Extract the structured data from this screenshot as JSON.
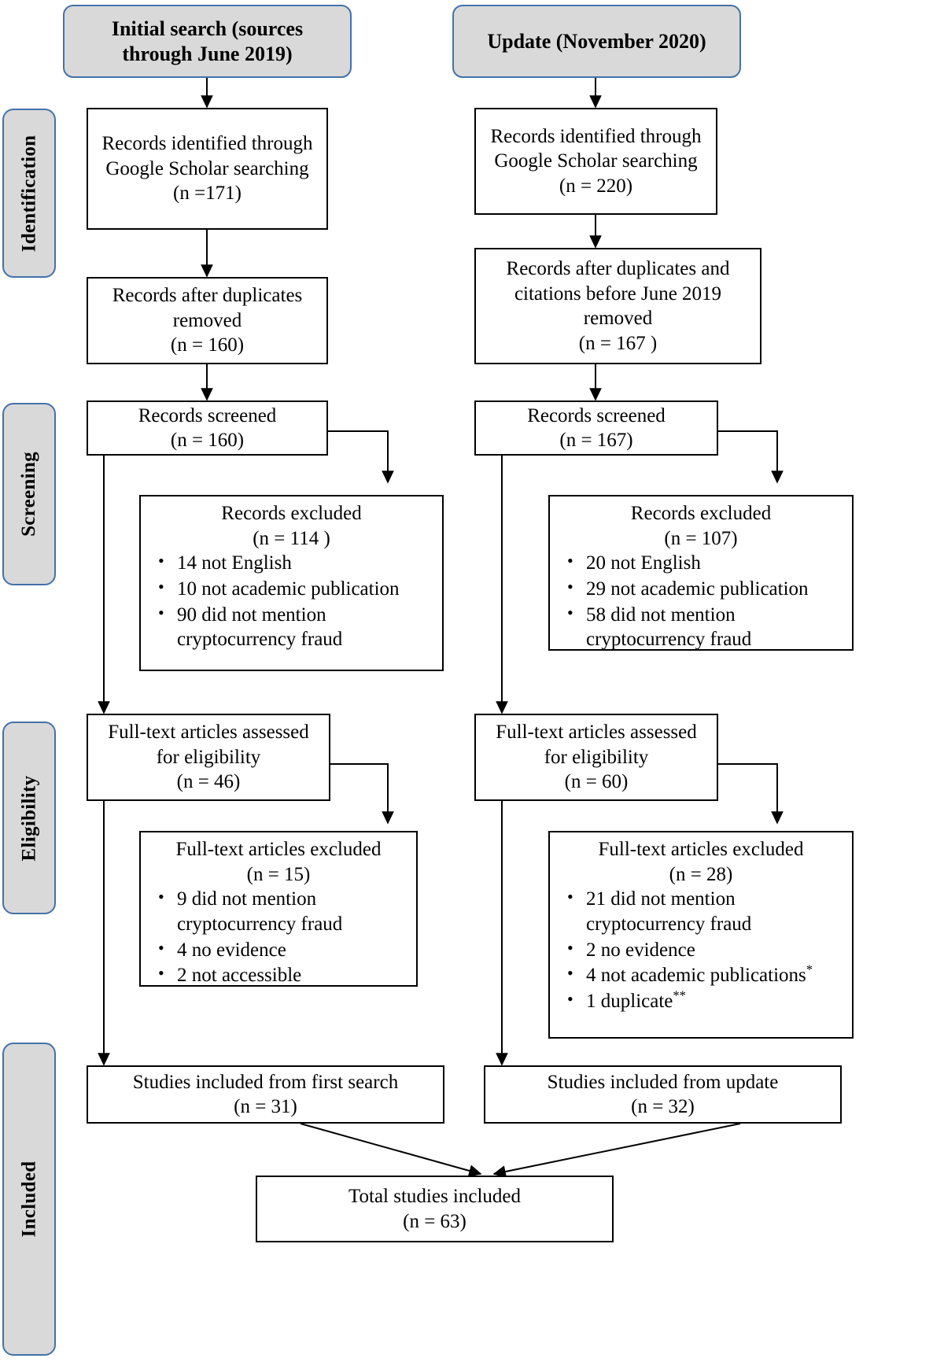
{
  "diagram": {
    "type": "prisma-flow-diagram",
    "stage_labels": [
      {
        "id": "identification",
        "label": "Identification"
      },
      {
        "id": "screening",
        "label": "Screening"
      },
      {
        "id": "eligibility",
        "label": "Eligibility"
      },
      {
        "id": "included",
        "label": "Included"
      }
    ],
    "columns": [
      {
        "id": "initial-search",
        "header": "Initial search (sources through June 2019)"
      },
      {
        "id": "update",
        "header": "Update (November 2020)"
      }
    ],
    "boxes": {
      "left_identified": {
        "title": "Records identified through Google Scholar searching",
        "count": "(n =171)"
      },
      "right_identified": {
        "title": "Records identified through Google Scholar searching",
        "count": "(n = 220)"
      },
      "left_duplicates": {
        "title": "Records after duplicates removed",
        "count": "(n = 160)"
      },
      "right_duplicates": {
        "title": "Records after duplicates and citations before June 2019 removed",
        "count": "(n = 167 )"
      },
      "left_screened": {
        "title": "Records screened",
        "count": "(n = 160)"
      },
      "right_screened": {
        "title": "Records screened",
        "count": "(n = 167)"
      },
      "left_records_excluded": {
        "title": "Records excluded",
        "count": "(n = 114 )",
        "bullets": [
          "14 not English",
          "10 not academic publication",
          "90 did not mention cryptocurrency fraud"
        ]
      },
      "right_records_excluded": {
        "title": "Records excluded",
        "count": "(n = 107)",
        "bullets": [
          "20 not English",
          "29 not academic publication",
          "58 did not mention cryptocurrency fraud"
        ]
      },
      "left_fulltext": {
        "title": "Full-text articles assessed for eligibility",
        "count": "(n = 46)"
      },
      "right_fulltext": {
        "title": "Full-text articles assessed for eligibility",
        "count": "(n = 60)"
      },
      "left_fulltext_excluded": {
        "title": "Full-text articles excluded",
        "count": "(n = 15)",
        "bullets": [
          "9 did not mention cryptocurrency fraud",
          "4 no evidence",
          "2 not accessible"
        ]
      },
      "right_fulltext_excluded": {
        "title": "Full-text articles excluded",
        "count": "(n = 28)",
        "bullets": [
          "21 did not mention cryptocurrency fraud",
          "2 no evidence",
          "4 not academic publications*",
          "1 duplicate**"
        ]
      },
      "left_included": {
        "title": "Studies included from first search",
        "count": "(n = 31)"
      },
      "right_included": {
        "title": "Studies included from update",
        "count": "(n = 32)"
      },
      "total_included": {
        "title": "Total studies included",
        "count": "(n = 63)"
      }
    },
    "colors": {
      "pill_fill": "#d9d9d9",
      "pill_border": "#4472a8",
      "box_border": "#000000",
      "background": "#ffffff",
      "text": "#000000"
    }
  }
}
